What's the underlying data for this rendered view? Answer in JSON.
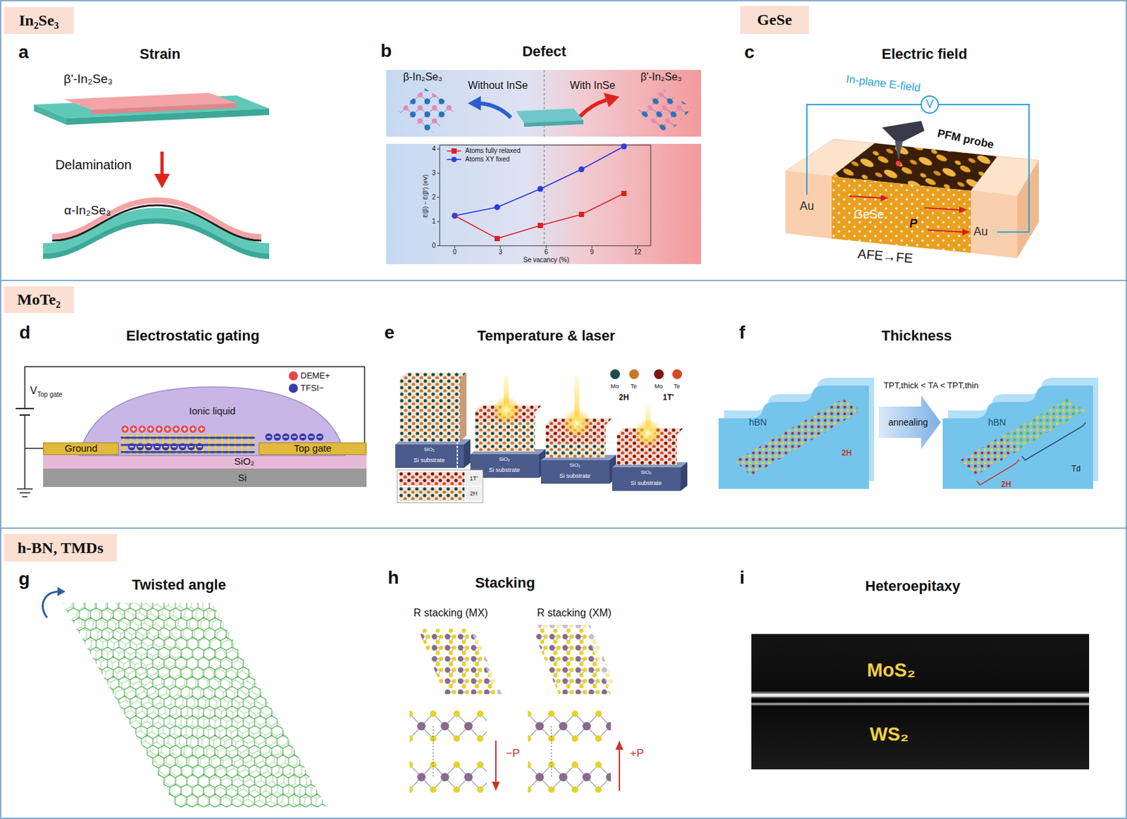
{
  "diagram": {
    "nodes": [
      {
        "text": [
          "In₂Se₃"
        ]
      },
      {
        "text": [
          "GeSe"
        ]
      },
      {
        "text": [
          "V"
        ]
      },
      {
        "text": [
          "Au"
        ]
      },
      {
        "text": [
          "Au"
        ]
      },
      {
        "text": [
          "MoTe₂"
        ]
      },
      {
        "text": [
          "Ground"
        ]
      },
      {
        "text": [
          "Top gate"
        ]
      },
      {
        "text": [
          "h-BN, TMDs"
        ]
      },
      {
        "text": [
          "MoS₂",
          "WS₂"
        ]
      }
    ],
    "edges": [
      {
        "from": 2,
        "to": 3,
        "arrow": "none"
      },
      {
        "from": 2,
        "to": 4,
        "arrow": "none"
      }
    ],
    "labels": [
      "a",
      "Strain",
      "β'-In₂Se₃",
      "Delamination",
      "α-In₂Se₃",
      "b",
      "Defect",
      "β-In₂Se₃",
      "Without InSe",
      "With InSe",
      "β'-In₂Se₃",
      "0",
      "3",
      "6",
      "9",
      "12",
      "0",
      "1",
      "2",
      "3",
      "4",
      "Se vacancy (%)",
      "E(β) − E(β') (eV)",
      "c",
      "Electric field",
      "In-plane E-field",
      "PFM probe",
      "GeSe",
      "P",
      "AFE→FE",
      "d",
      "Electrostatic gating",
      "V",
      "Top gate",
      "Ionic liquid",
      "SiO₂",
      "Si",
      "e",
      "Temperature & laser",
      "2H",
      "1T'",
      "SiO₂",
      "Si substrate",
      "SiO₂",
      "Si substrate",
      "SiO₂",
      "Si substrate",
      "SiO₂",
      "Si substrate",
      "1T'",
      "2H",
      "f",
      "Thickness",
      "TPT,thick < TA < TPT,thin",
      "annealing",
      "hBN",
      "2H",
      "hBN",
      "2H",
      "Td",
      "g",
      "Twisted angle",
      "h",
      "Stacking",
      "R stacking (MX)",
      "R stacking (XM)",
      "−P",
      "+P",
      "i",
      "Heteroepitaxy"
    ],
    "legend": [
      {
        "text": "Atoms fully relaxed"
      },
      {
        "text": "Atoms XY fixed"
      },
      {
        "text": "DEME+",
        "color": "#e8474a"
      },
      {
        "text": "TFSI−",
        "color": "#3a3aa8"
      },
      {
        "text": "Mo",
        "color": "#1f4d4a"
      },
      {
        "text": "Te",
        "color": "#c9782e"
      },
      {
        "text": "Mo",
        "color": "#7a1a12"
      },
      {
        "text": "Te",
        "color": "#d24a2a"
      }
    ]
  }
}
